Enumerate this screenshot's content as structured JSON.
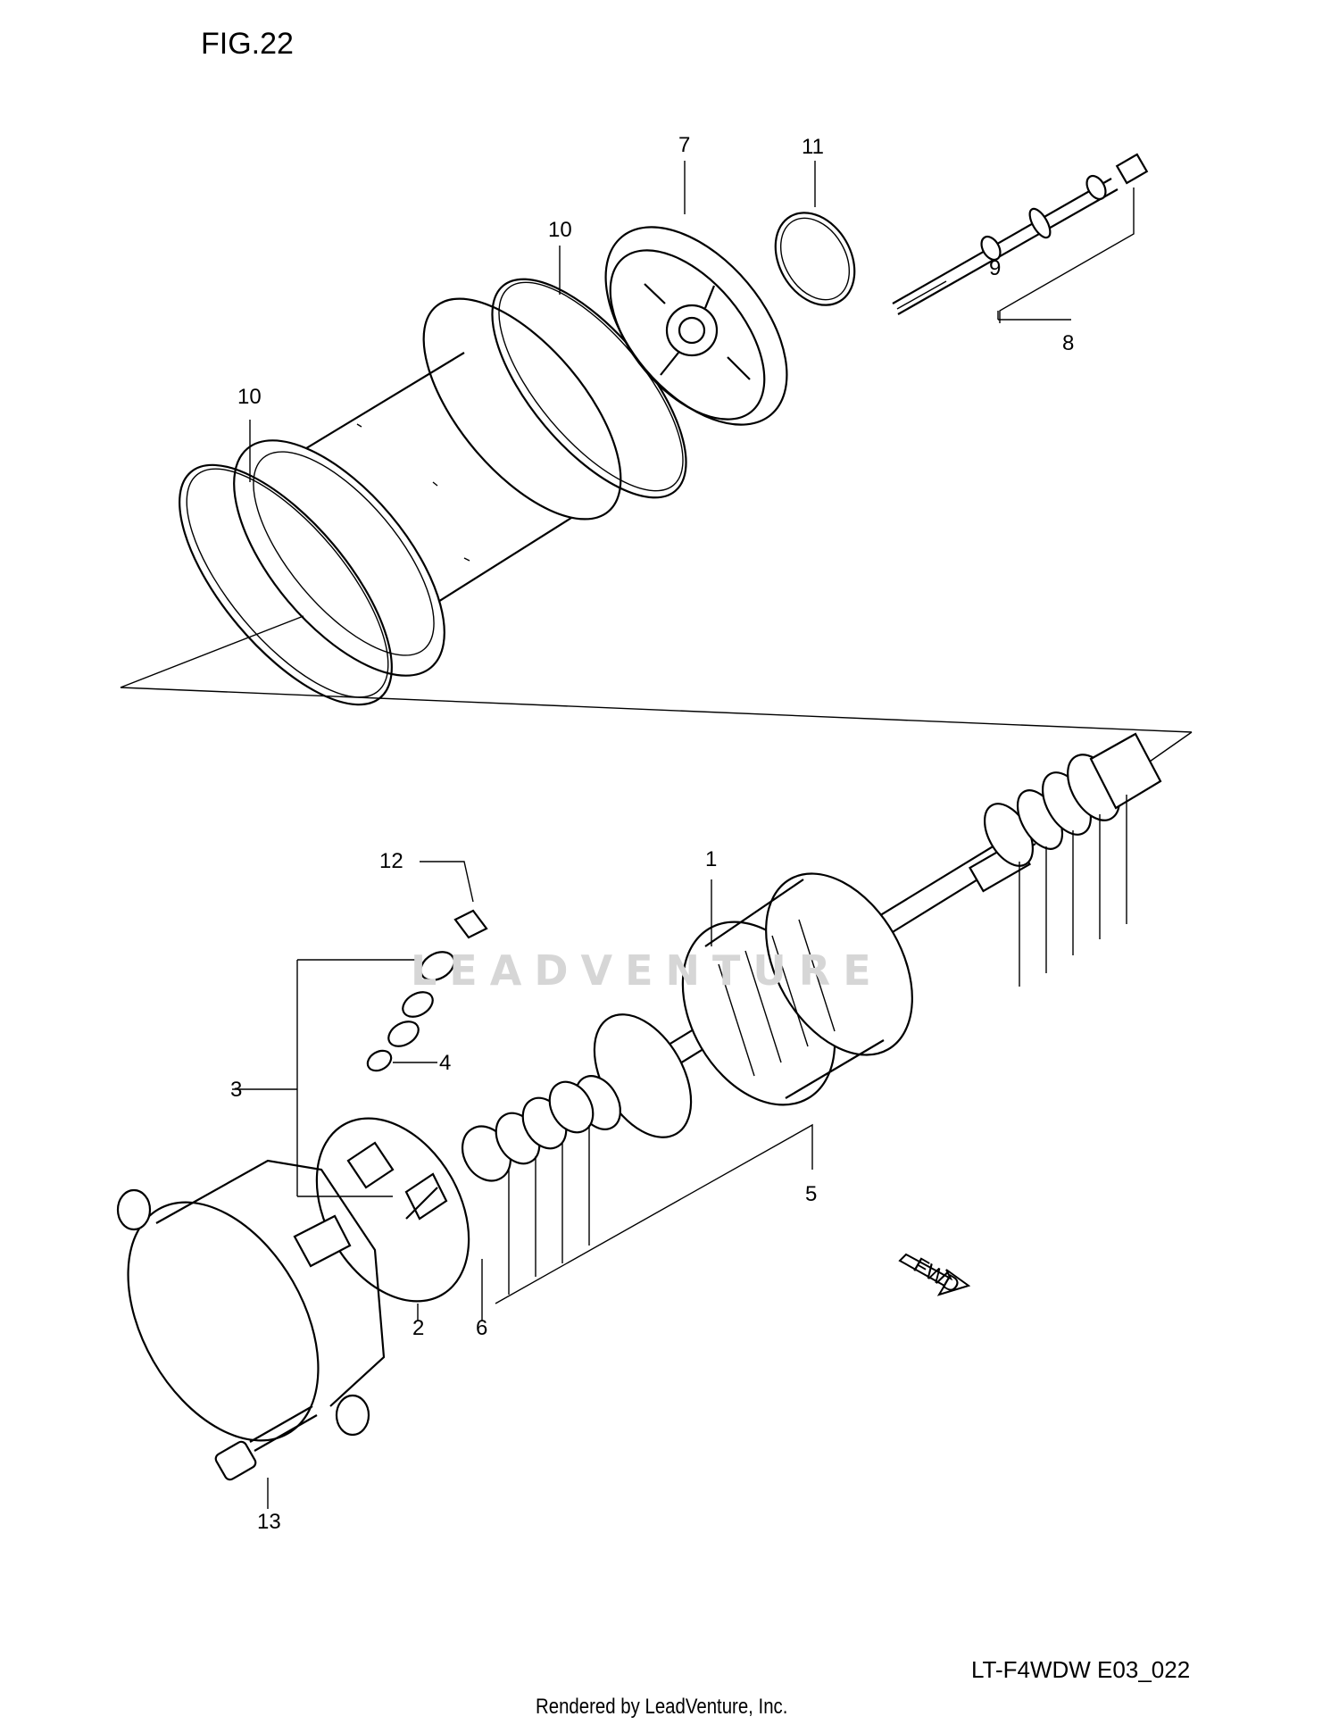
{
  "figure": {
    "title": "FIG.22",
    "reference_code": "LT-F4WDW E03_022",
    "credit": "Rendered by LeadVenture, Inc.",
    "watermark": "LEADVENTURE"
  },
  "callouts": [
    {
      "id": "1",
      "label": "1"
    },
    {
      "id": "2",
      "label": "2"
    },
    {
      "id": "3",
      "label": "3"
    },
    {
      "id": "4",
      "label": "4"
    },
    {
      "id": "5",
      "label": "5"
    },
    {
      "id": "6",
      "label": "6"
    },
    {
      "id": "7",
      "label": "7"
    },
    {
      "id": "8",
      "label": "8"
    },
    {
      "id": "9",
      "label": "9"
    },
    {
      "id": "10a",
      "label": "10"
    },
    {
      "id": "10b",
      "label": "10"
    },
    {
      "id": "11",
      "label": "11"
    },
    {
      "id": "12",
      "label": "12"
    },
    {
      "id": "13",
      "label": "13"
    }
  ],
  "fwd_badge": "FWD",
  "colors": {
    "line": "#000000",
    "background": "#ffffff",
    "watermark": "#d6d6d6"
  }
}
